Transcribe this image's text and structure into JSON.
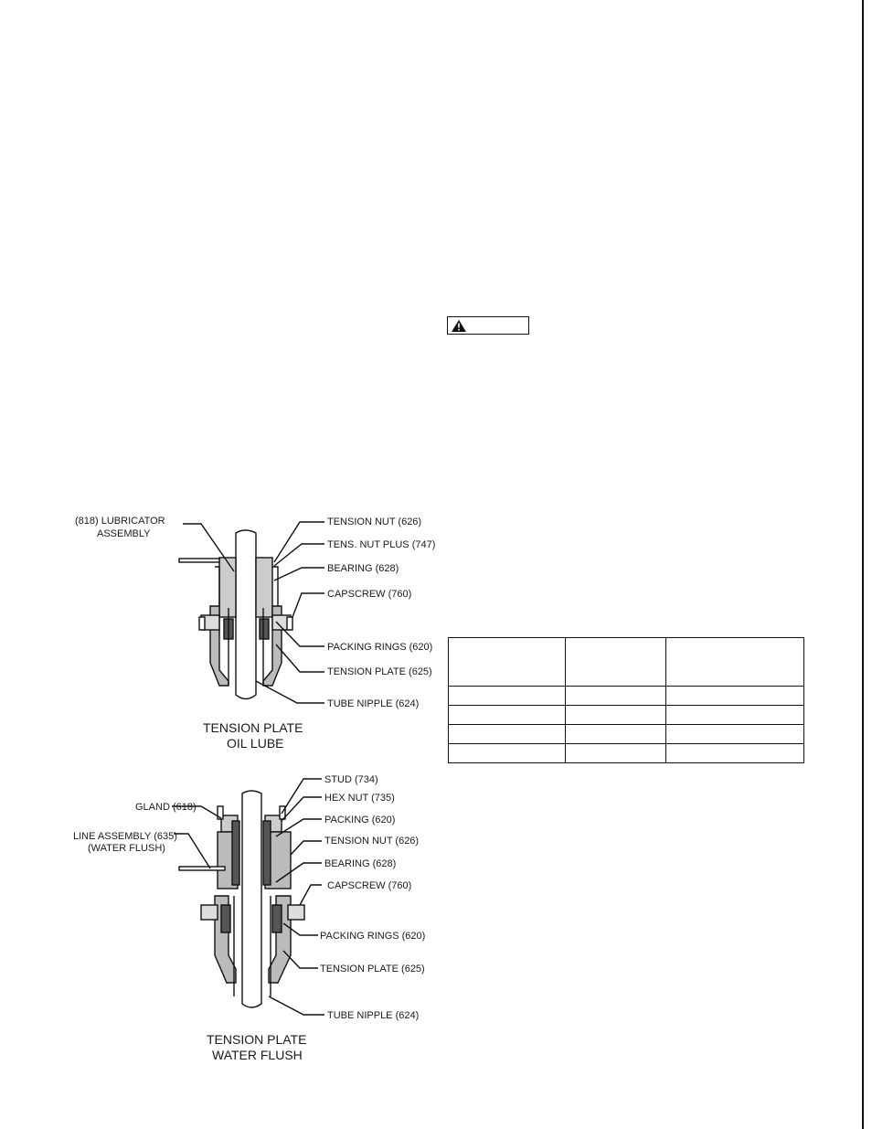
{
  "warning": {
    "icon": "warning-triangle-icon"
  },
  "diagram_oil": {
    "left_labels": [
      {
        "key": "lubricator",
        "lines": [
          "(818) LUBRICATOR",
          "ASSEMBLY"
        ]
      }
    ],
    "right_labels": [
      {
        "key": "tension_nut",
        "text": "TENSION NUT (626)"
      },
      {
        "key": "tens_nut_plus",
        "text": "TENS. NUT PLUS (747)"
      },
      {
        "key": "bearing",
        "text": "BEARING (628)"
      },
      {
        "key": "capscrew",
        "text": "CAPSCREW (760)"
      },
      {
        "key": "packing_rings",
        "text": "PACKING RINGS (620)"
      },
      {
        "key": "tension_plate",
        "text": "TENSION PLATE (625)"
      },
      {
        "key": "tube_nipple",
        "text": "TUBE NIPPLE (624)"
      }
    ],
    "caption": [
      "TENSION PLATE",
      "OIL LUBE"
    ]
  },
  "diagram_water": {
    "left_labels": [
      {
        "key": "gland",
        "lines": [
          "GLAND (618)"
        ]
      },
      {
        "key": "line_assembly",
        "lines": [
          "LINE ASSEMBLY (635)",
          "(WATER FLUSH)"
        ]
      }
    ],
    "right_labels": [
      {
        "key": "stud",
        "text": "STUD (734)"
      },
      {
        "key": "hex_nut",
        "text": "HEX NUT (735)"
      },
      {
        "key": "packing",
        "text": "PACKING (620)"
      },
      {
        "key": "tension_nut",
        "text": "TENSION NUT (626)"
      },
      {
        "key": "bearing",
        "text": "BEARING (628)"
      },
      {
        "key": "capscrew",
        "text": "CAPSCREW (760)"
      },
      {
        "key": "packing_rings",
        "text": "PACKING RINGS (620)"
      },
      {
        "key": "tension_plate",
        "text": "TENSION PLATE (625)"
      },
      {
        "key": "tube_nipple",
        "text": "TUBE NIPPLE (624)"
      }
    ],
    "caption": [
      "TENSION PLATE",
      "WATER FLUSH"
    ]
  }
}
